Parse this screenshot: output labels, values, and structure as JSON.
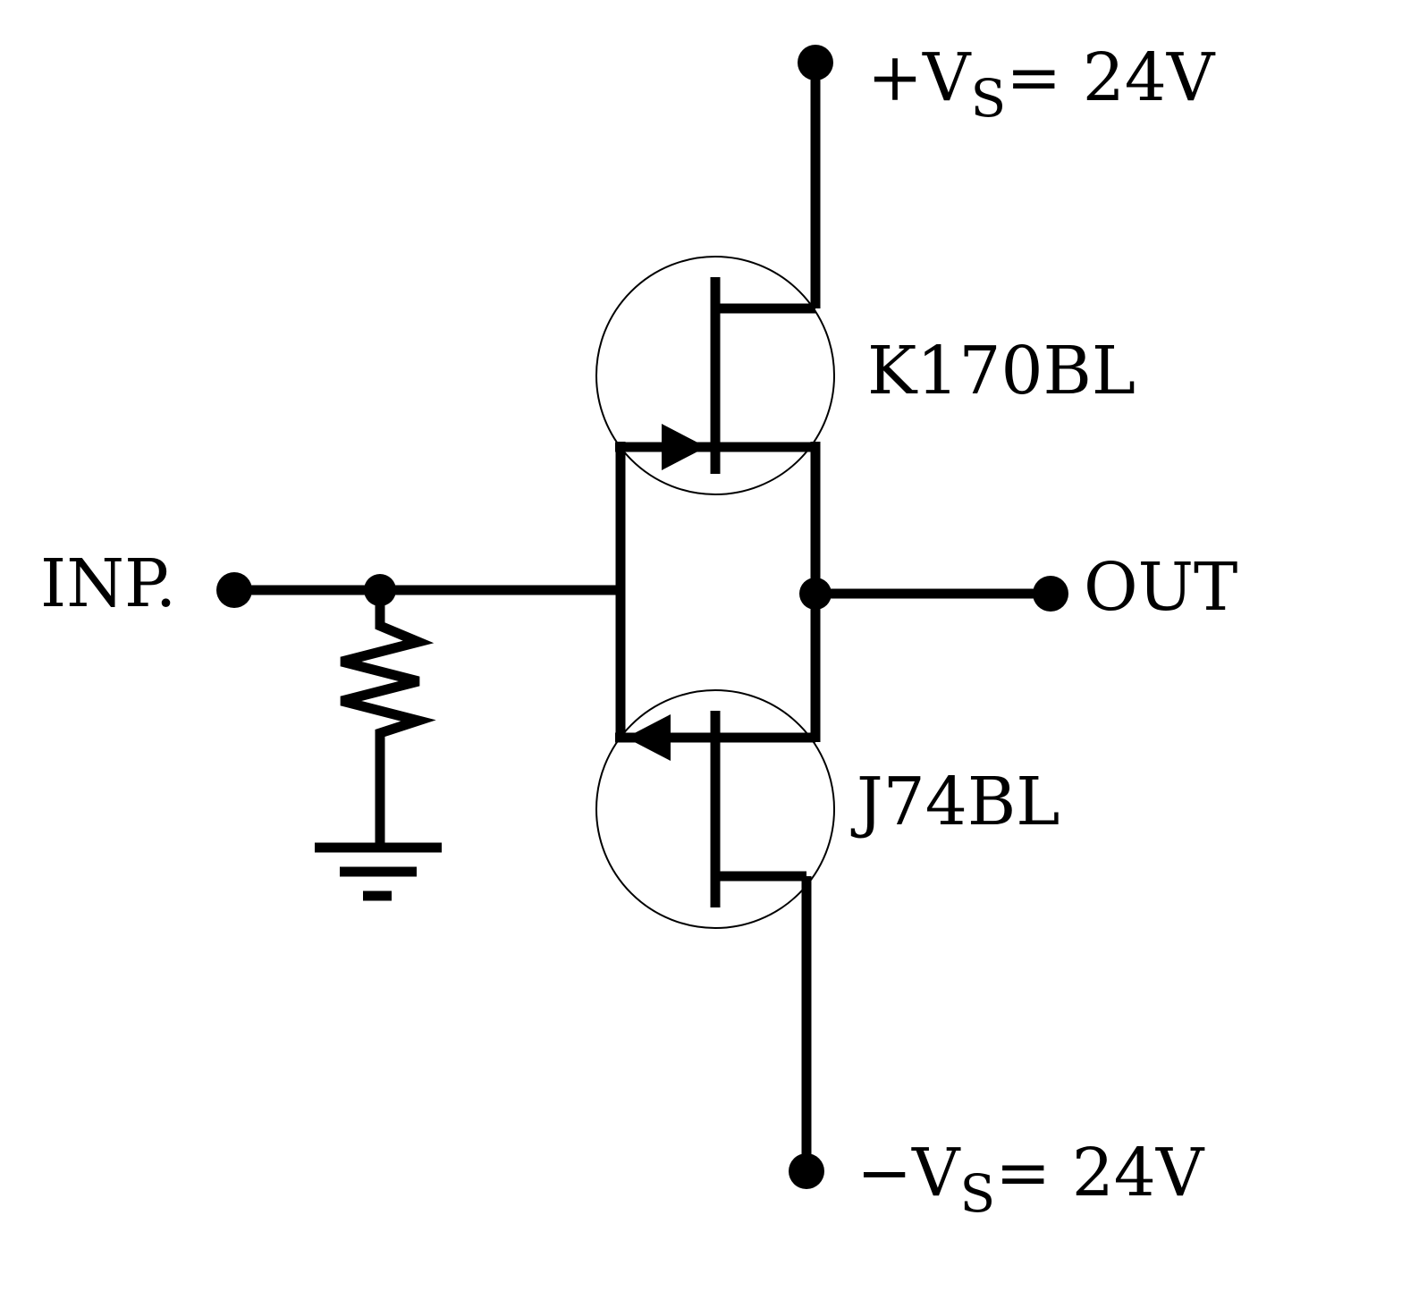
{
  "labels": {
    "supply_pos": {
      "sign": "+",
      "symbol": "V",
      "subscript": "S",
      "value": "= 24V"
    },
    "supply_neg": {
      "sign": "−",
      "symbol": "V",
      "subscript": "S",
      "value": "= 24V"
    },
    "upper_transistor": "K170BL",
    "lower_transistor": "J74BL",
    "input": "INP.",
    "output": "OUT"
  },
  "colors": {
    "ink": "#000000",
    "background": "#ffffff"
  },
  "icons": [
    "ground-icon",
    "resistor-icon",
    "n-channel-jfet-icon",
    "p-channel-jfet-icon"
  ]
}
